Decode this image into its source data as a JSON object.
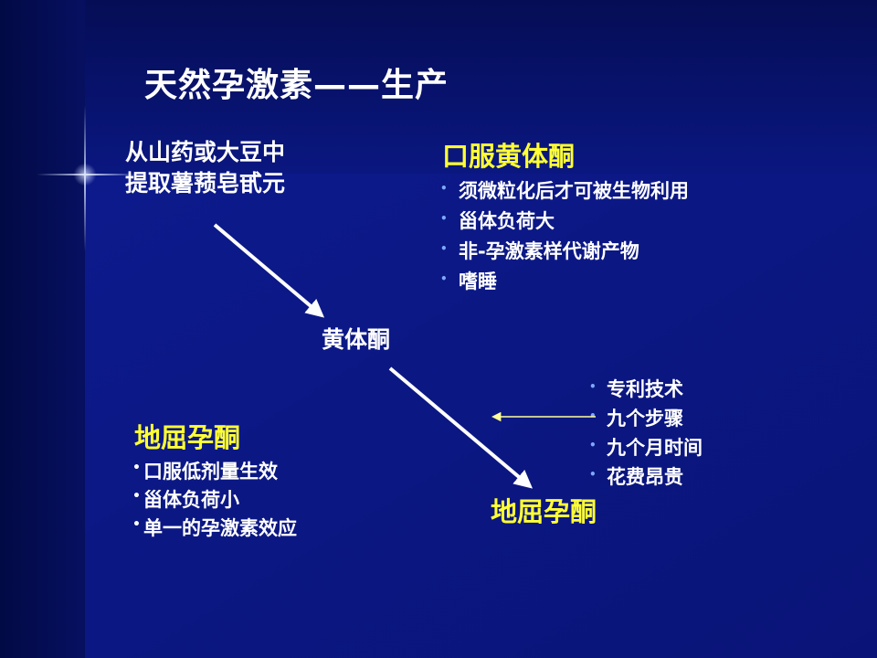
{
  "slide": {
    "title": "天然孕激素——生产",
    "source": {
      "line1": "从山药或大豆中",
      "line2": "提取薯蓣皂甙元"
    },
    "oral_progesterone": {
      "heading": "口服黄体酮",
      "items": [
        "须微粒化后才可被生物利用",
        "甾体负荷大",
        "非-孕激素样代谢产物",
        "嗜睡"
      ]
    },
    "center_label": "黄体酮",
    "dydrogesterone_left": {
      "heading": "地屈孕酮",
      "items": [
        "口服低剂量生效",
        "甾体负荷小",
        "单一的孕激素效应"
      ]
    },
    "patent": {
      "items": [
        "专利技术",
        "九个步骤",
        "九个月时间",
        "花费昂贵"
      ]
    },
    "dydrogesterone_right": "地屈孕酮",
    "colors": {
      "background": "#0a1780",
      "heading_yellow": "#ffff33",
      "text": "#ffffff",
      "bullet": "#7fa8ff"
    },
    "icons": {
      "bullet": "•",
      "arrow": "arrow-icon"
    }
  }
}
